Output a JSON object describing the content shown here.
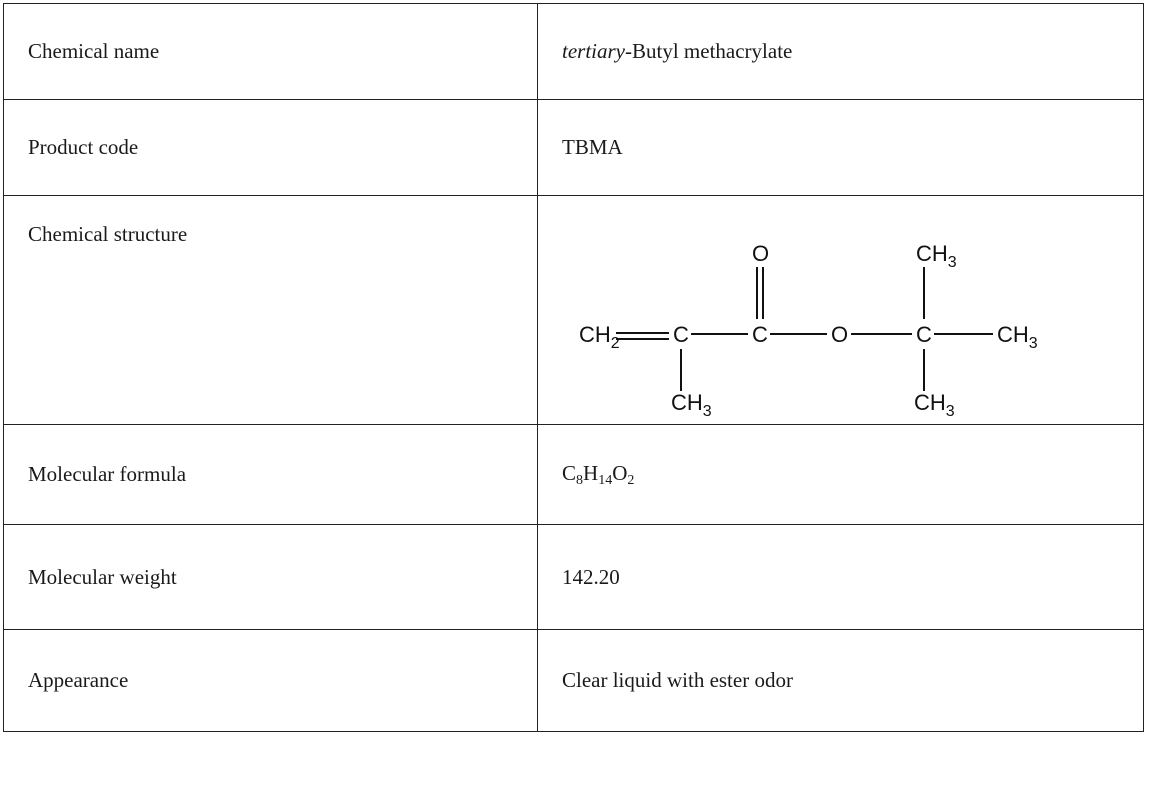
{
  "rows": {
    "chemical_name": {
      "label": "Chemical name",
      "value_prefix": "tertiary",
      "value_rest": "-Butyl methacrylate"
    },
    "product_code": {
      "label": "Product code",
      "value": "TBMA"
    },
    "chemical_structure": {
      "label": "Chemical structure",
      "atoms": {
        "oxygen_top": "O",
        "ch3_top_c": "CH",
        "ch3_top_n": "3",
        "ch2_c": "CH",
        "ch2_n": "2",
        "c1": "C",
        "c2": "C",
        "o_ester": "O",
        "c3": "C",
        "ch3_right_c": "CH",
        "ch3_right_n": "3",
        "ch3_bottom_left_c": "CH",
        "ch3_bottom_left_n": "3",
        "ch3_bottom_right_c": "CH",
        "ch3_bottom_right_n": "3"
      }
    },
    "molecular_formula": {
      "label": "Molecular formula",
      "parts": [
        "C",
        "8",
        "H",
        "14",
        "O",
        "2"
      ]
    },
    "molecular_weight": {
      "label": "Molecular weight",
      "value": "142.20"
    },
    "appearance": {
      "label": "Appearance",
      "value": "Clear liquid with ester odor"
    }
  }
}
